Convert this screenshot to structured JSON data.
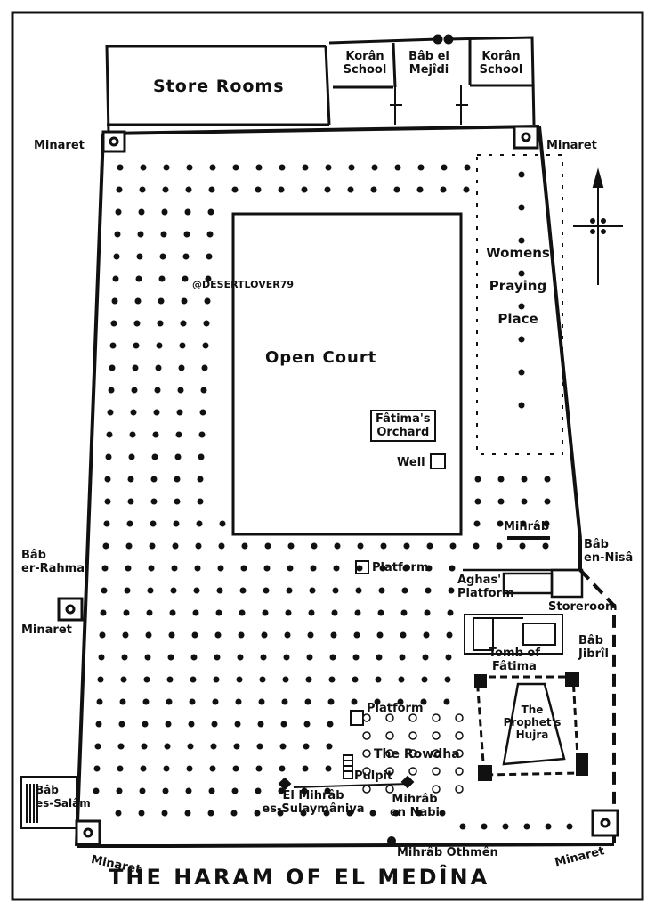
{
  "title": "THE HARAM OF EL MEDÎNA",
  "watermark": "@DESERTLOVER79",
  "labels": {
    "store_rooms": "Store Rooms",
    "koran_school_1": [
      "Korân",
      "School"
    ],
    "bab_el_mejidi": [
      "Bâb el",
      "Mejîdi"
    ],
    "koran_school_2": [
      "Korân",
      "School"
    ],
    "minaret_nw": "Minaret",
    "minaret_ne": "Minaret",
    "minaret_w": "Minaret",
    "minaret_sw": "Minaret",
    "minaret_se": "Minaret",
    "womens_praying_place": [
      "Womens",
      "Praying",
      "Place"
    ],
    "open_court": "Open Court",
    "fatimas_orchard": [
      "Fâtima's",
      "Orchard"
    ],
    "well": "Well",
    "bab_er_rahma": [
      "Bâb",
      "er-Rahma"
    ],
    "mihrab_east": "Mihrâb",
    "bab_en_nisa": [
      "Bâb",
      "en-Nisâ"
    ],
    "platform_north": "Platform",
    "aghas_platform": [
      "Aghas'",
      "Platform"
    ],
    "storeroom": "Storeroom",
    "bab_jibril": [
      "Bâb",
      "Jibrîl"
    ],
    "tomb_of_fatima": [
      "Tomb of",
      "Fâtima"
    ],
    "prophets_hujra": [
      "The",
      "Prophet's",
      "Hujra"
    ],
    "platform_south": "Platform",
    "the_rowdha": "The Rowdha",
    "pulpit": "Pulpit",
    "el_mihrab_es_sulaymaniya": [
      "El Mihrâb",
      "es-Sulaymâniya"
    ],
    "mihrab_en_nabi": [
      "Mihrâb",
      "en Nabi"
    ],
    "bab_es_salam": [
      "Bâb",
      "es-Salâm"
    ],
    "mihrab_othmen": "Mihrâb Othmên"
  },
  "colors": {
    "ink": "#111111",
    "paper": "#ffffff"
  },
  "icons": [
    "north-arrow-icon",
    "minaret-icon"
  ]
}
